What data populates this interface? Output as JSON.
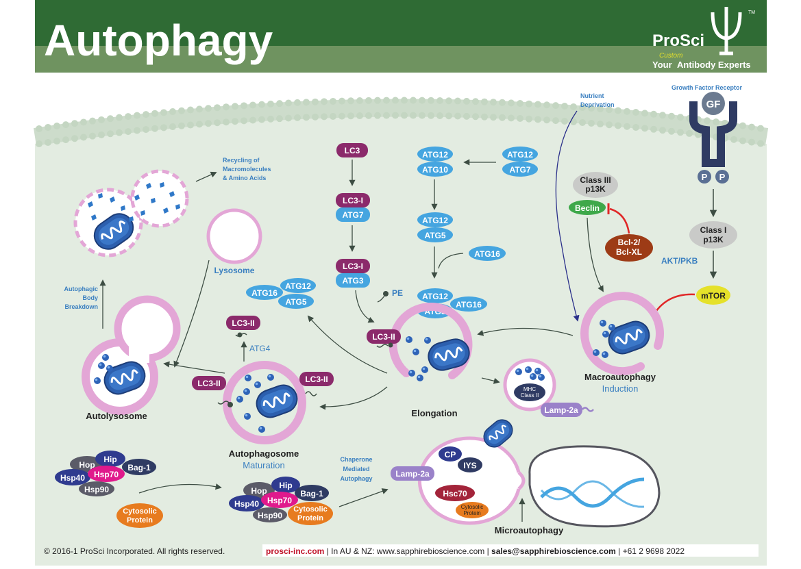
{
  "header": {
    "title": "Autophagy",
    "brand": "ProSci",
    "tm": "TM",
    "tagline_your": "Your",
    "tagline_custom": "Custom",
    "tagline_rest": "Antibody Experts"
  },
  "signals": {
    "growth_factor_receptor": "Growth Factor Receptor",
    "gf": "GF",
    "p": "P",
    "nutrient_line1": "Nutrient",
    "nutrient_line2": "Deprivation",
    "class1_line1": "Class I",
    "class1_line2": "p13K",
    "akt": "AKT/PKB",
    "mtor": "mTOR",
    "class3_line1": "Class III",
    "class3_line2": "p13K",
    "beclin": "Beclin",
    "bcl_line1": "Bcl-2/",
    "bcl_line2": "Bcl-XL"
  },
  "conjugation": {
    "lc3": "LC3",
    "lc3i": "LC3-I",
    "lc3ii": "LC3-II",
    "atg7": "ATG7",
    "atg3": "ATG3",
    "atg12": "ATG12",
    "atg10": "ATG10",
    "atg5": "ATG5",
    "atg16": "ATG16",
    "atg4": "ATG4",
    "pe": "PE"
  },
  "stages": {
    "macro_line1": "Macroautophagy",
    "macro_line2": "Induction",
    "elongation": "Elongation",
    "autophagosome_line1": "Autophagosome",
    "autophagosome_line2": "Maturation",
    "autolysosome": "Autolysosome",
    "lysosome": "Lysosome",
    "breakdown_line1": "Autophagic",
    "breakdown_line2": "Body",
    "breakdown_line3": "Breakdown",
    "recycling_line1": "Recycling of",
    "recycling_line2": "Macromolecules",
    "recycling_line3": "& Amino Acids",
    "mhc_line1": "MHC",
    "mhc_line2": "Class II",
    "lamp2a": "Lamp-2a",
    "microautophagy": "Microautophagy"
  },
  "chaperone": {
    "label_line1": "Chaperone",
    "label_line2": "Mediated",
    "label_line3": "Autophagy",
    "hop": "Hop",
    "hip": "Hip",
    "bag1": "Bag-1",
    "hsp40": "Hsp40",
    "hsp70": "Hsp70",
    "hsp90": "Hsp90",
    "cyto_line1": "Cytosolic",
    "cyto_line2": "Protein",
    "lamp2a": "Lamp-2a",
    "cp": "CP",
    "iys": "IYS",
    "hsc70": "Hsc70"
  },
  "footer": {
    "copyright": "© 2016-1 ProSci Incorporated. All rights reserved.",
    "website": "prosci-inc.com",
    "middle": " | In AU & NZ: www.sapphirebioscience.com | ",
    "email": "sales@sapphirebioscience.com",
    "phone": " | +61 2 9698 2022"
  },
  "colors": {
    "header_green_dark": "#2f6b34",
    "header_green_light": "#6f9360",
    "cell_bg": "#e3ece1",
    "membrane": "#cddccb",
    "pink": "#e3a6d6",
    "purple": "#8b2a6b",
    "light_blue": "#45a5e0",
    "navy": "#2f3b63",
    "mtor_yellow": "#e5e12a",
    "beclin_green": "#3ea84a",
    "bcl_brown": "#9d3b16",
    "hsp70_pink": "#e0198c",
    "cyto_orange": "#e77b1f",
    "lamp_purple": "#9a82c9",
    "hsc70_red": "#a3243a",
    "text_blue": "#3a7fc0"
  }
}
